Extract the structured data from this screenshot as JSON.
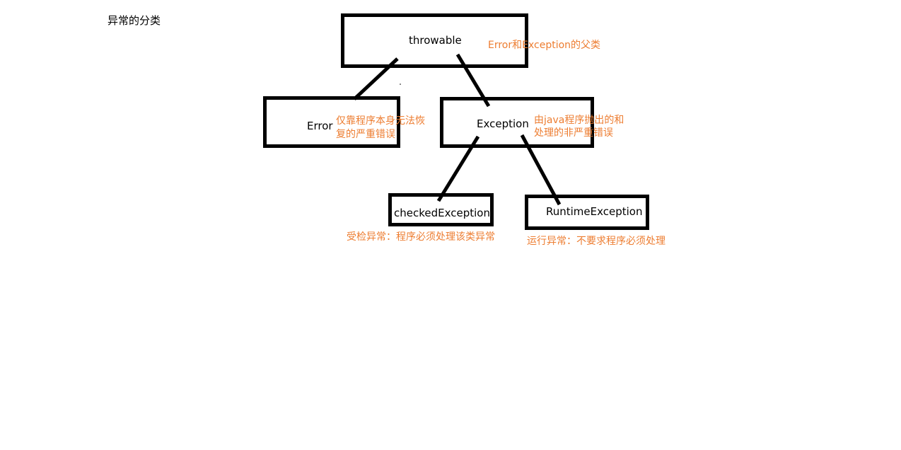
{
  "title": "异常的分类",
  "colors": {
    "box_border": "#000000",
    "edge": "#000000",
    "annotation": "#ed7d31",
    "label": "#000000",
    "background": "#ffffff"
  },
  "nodes": {
    "throwable": {
      "label": "throwable"
    },
    "error": {
      "label": "Error"
    },
    "exception": {
      "label": "Exception"
    },
    "checked": {
      "label": "checkedException"
    },
    "runtime": {
      "label": "RuntimeException"
    }
  },
  "annotations": {
    "throwable_note": "Error和Exception的父类",
    "error_note_line1": "仅靠程序本身无法恢",
    "error_note_line2": "复的严重错误",
    "exception_note_line1": "由java程序抛出的和",
    "exception_note_line2": "处理的非严重错误",
    "checked_note": "受检异常：程序必须处理该类异常",
    "runtime_note": "运行异常：不要求程序必须处理"
  },
  "edges": [
    {
      "from": "throwable",
      "to": "error"
    },
    {
      "from": "throwable",
      "to": "exception"
    },
    {
      "from": "exception",
      "to": "checked"
    },
    {
      "from": "exception",
      "to": "runtime"
    }
  ]
}
